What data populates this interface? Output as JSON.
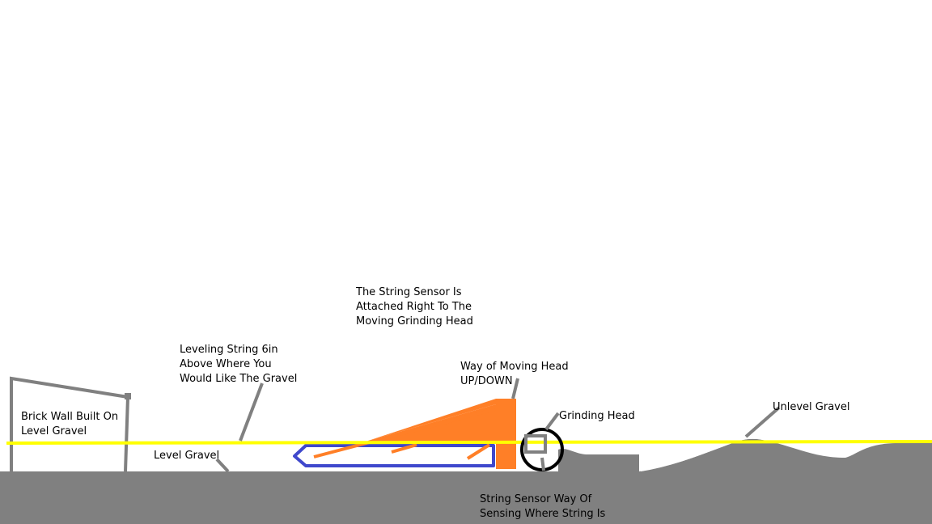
{
  "colors": {
    "ground": "#808080",
    "string": "#ffff00",
    "grinder_body": "#ff7f27",
    "sensor_loop": "#3f48cc",
    "grinding_head": "#000000",
    "sensor_box": "#808080",
    "wall": "#808080",
    "leader": "#808080",
    "text": "#000000"
  },
  "labels": {
    "wall": "Brick Wall Built On\nLevel Gravel",
    "level_gravel": "Level Gravel",
    "leveling_string": "Leveling String 6in\nAbove Where You\nWould Like The Gravel",
    "string_sensor_attached": "The String Sensor Is\nAttached Right To The\nMoving Grinding Head",
    "moving_head": "Way of Moving Head\nUP/DOWN",
    "grinding_head": "Grinding Head",
    "unlevel_gravel": "Unlevel Gravel",
    "string_sensor_way": "String Sensor Way Of\nSensing Where String Is"
  }
}
